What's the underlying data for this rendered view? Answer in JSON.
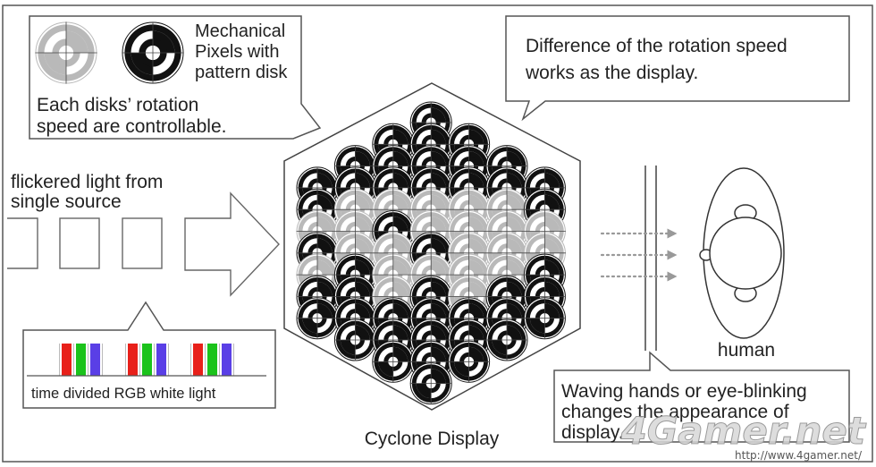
{
  "callouts": {
    "mechanical_pixels": [
      "Mechanical",
      "Pixels with",
      "pattern disk"
    ],
    "controllable": [
      "Each disks’ rotation",
      "speed are controllable."
    ],
    "rotation_speed": [
      "Difference of the rotation speed",
      "works as the display."
    ],
    "waving": [
      "Waving hands or eye-blinking",
      "changes the appearance of",
      "display."
    ]
  },
  "flicker_label": [
    "flickered light from",
    "single source"
  ],
  "rgb_caption": "time divided RGB white light",
  "display_label": "Cyclone Display",
  "human_label": "human",
  "watermark": {
    "brand": "4Gamer.net",
    "url": "http://www.4gamer.net/"
  },
  "colors": {
    "red": "#e8201a",
    "green": "#1bc31b",
    "blue": "#5a3fe6",
    "dark_disk": "#111111",
    "light_disk": "#b9b9b9",
    "line": "#444444"
  },
  "disk_grid": [
    "...D...",
    "..DDD..",
    ".DDDDD.",
    "DDDDDDD",
    "DLLLLLD",
    "LLDLLLL",
    "DLLDLLL",
    "LDLLLLD",
    "DDLDLDD",
    "DDDDDDD",
    ".DDDDD.",
    "..DDD..",
    "...D..."
  ]
}
